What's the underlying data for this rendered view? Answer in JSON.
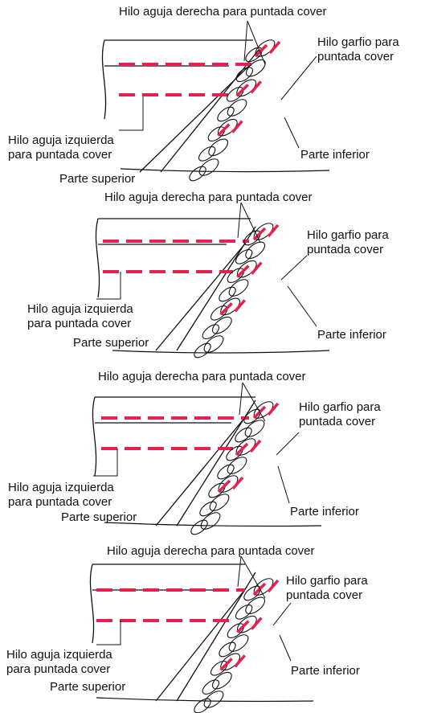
{
  "colors": {
    "thread": "#e8204f",
    "line": "#111111"
  },
  "panels": [
    {
      "top": "Hilo aguja derecha para puntada cover",
      "hook": "Hilo garfio para\npuntada cover",
      "left_needle": "Hilo aguja izquierda\npara puntada cover",
      "bottom": "Parte inferior",
      "topside": "Parte superior"
    },
    {
      "top": "Hilo aguja derecha para puntada cover",
      "hook": "Hilo garfio para\npuntada cover",
      "left_needle": "Hilo aguja izquierda\npara puntada cover",
      "bottom": "Parte inferior",
      "topside": "Parte superior"
    },
    {
      "top": "Hilo aguja derecha para puntada cover",
      "hook": "Hilo garfio para\npuntada cover",
      "left_needle": "Hilo aguja izquierda\npara puntada cover",
      "bottom": "Parte inferior",
      "topside": "Parte superior"
    },
    {
      "top": "Hilo aguja derecha para puntada cover",
      "hook": "Hilo garfio para\npuntada cover",
      "left_needle": "Hilo aguja izquierda\npara puntada cover",
      "bottom": "Parte inferior",
      "topside": "Parte superior"
    }
  ]
}
